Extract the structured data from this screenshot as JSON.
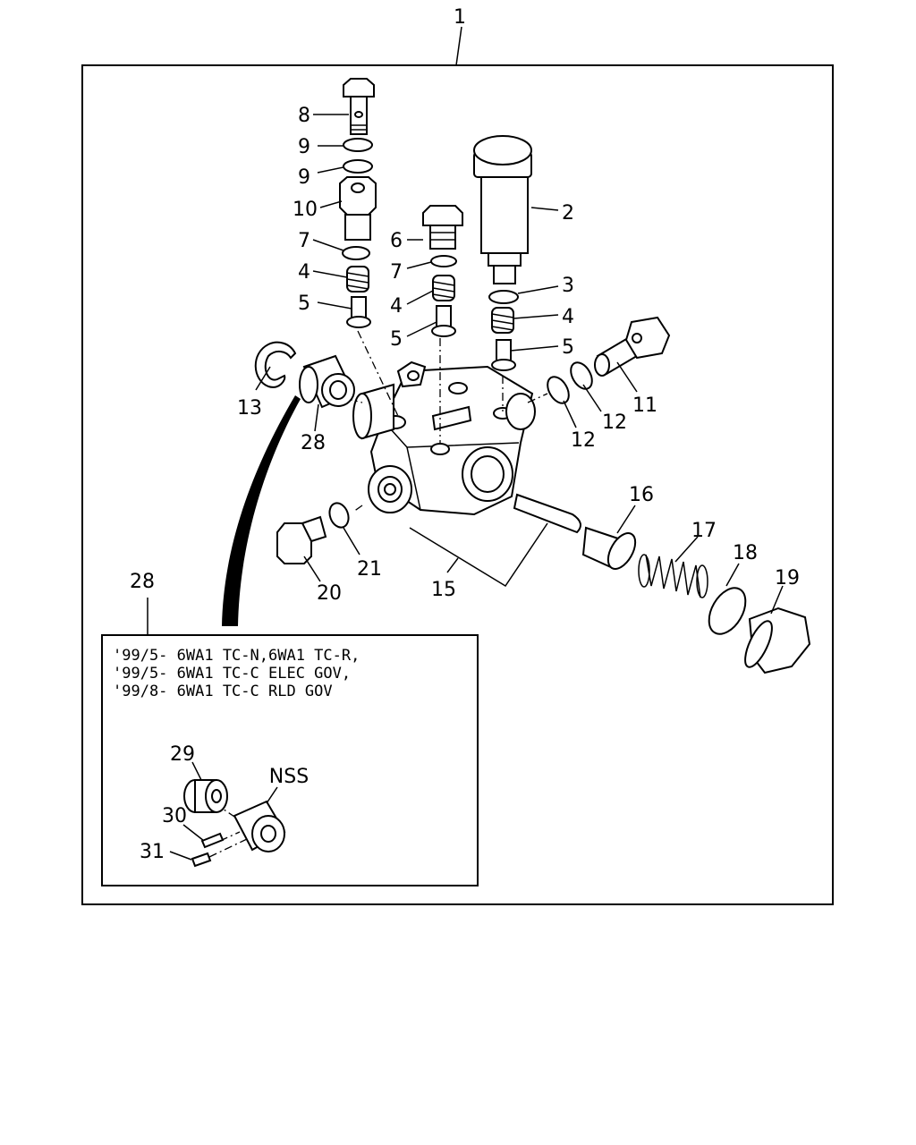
{
  "callouts": {
    "c1": "1",
    "c2": "2",
    "c3": "3",
    "c4a": "4",
    "c4b": "4",
    "c4c": "4",
    "c5a": "5",
    "c5b": "5",
    "c5c": "5",
    "c6": "6",
    "c7a": "7",
    "c7b": "7",
    "c8": "8",
    "c9a": "9",
    "c9b": "9",
    "c10": "10",
    "c11": "11",
    "c12a": "12",
    "c12b": "12",
    "c13": "13",
    "c15": "15",
    "c16": "16",
    "c17": "17",
    "c18": "18",
    "c19": "19",
    "c20": "20",
    "c21": "21",
    "c28a": "28",
    "c28b": "28",
    "c29": "29",
    "c30": "30",
    "c31": "31",
    "nss": "NSS"
  },
  "inset_note": [
    "'99/5- 6WA1 TC-N,6WA1 TC-R,",
    "'99/5- 6WA1 TC-C ELEC GOV,",
    "'99/8- 6WA1 TC-C RLD GOV"
  ]
}
